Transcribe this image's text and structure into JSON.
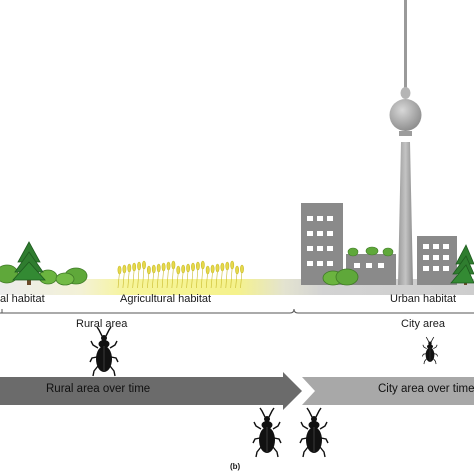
{
  "habitats": {
    "natural": "al habitat",
    "agricultural": "Agricultural habitat",
    "urban": "Urban habitat"
  },
  "areas": {
    "rural": "Rural area",
    "city": "City area"
  },
  "time_arrows": {
    "rural": "Rural area over time",
    "city": "City area over time"
  },
  "caption": "(b)",
  "colors": {
    "habitat_band_natural": "#e6e6e6",
    "habitat_band_agri": "#f7f59a",
    "habitat_band_urban": "#cfcfcf",
    "arrow_rural": "#6b6b6b",
    "arrow_city": "#a8a8a8",
    "building": "#8a8a8a",
    "tree": "#2f7d2f",
    "bush": "#5fa83a",
    "wheat": "#e6d94a",
    "insect": "#111111"
  },
  "icons": [
    "tree-icon",
    "bush-icon",
    "wheat-icon",
    "tv-tower-icon",
    "building-icon",
    "beetle-icon"
  ]
}
